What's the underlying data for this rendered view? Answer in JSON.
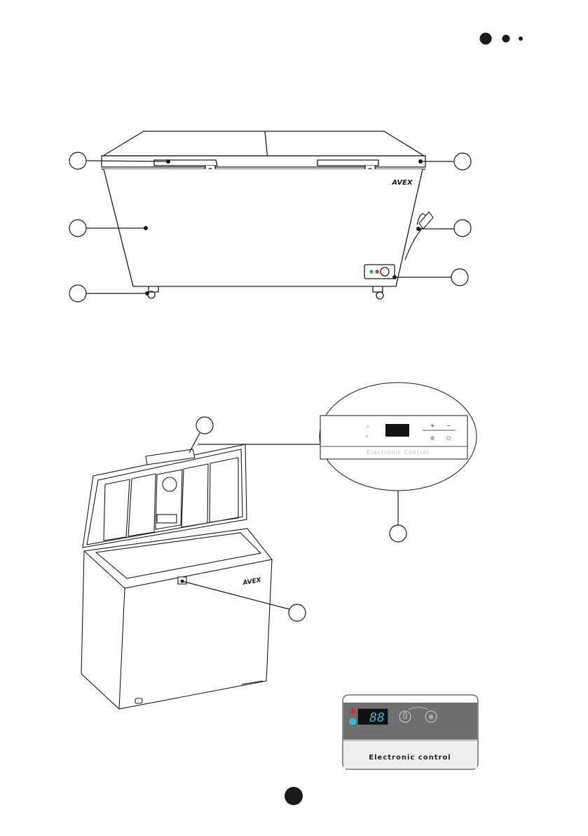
{
  "brand": {
    "name": "AVEX"
  },
  "controls": {
    "caption_main": "Electronic Control",
    "caption_photo": "Electronic control",
    "display_digits": "88",
    "plus_label": "+",
    "minus_label": "−"
  },
  "colors": {
    "line": "#1a1a1a",
    "panel_grey": "#6d6f71",
    "panel_light": "#eeeeee",
    "display_bg": "#111111",
    "display_digit": "#2ab7e6",
    "alarm_red": "#e3262e",
    "indicator_cyan": "#3bb9d9",
    "led_green": "#2aa84a",
    "led_red": "#e3262e"
  },
  "icons": {
    "header_dots": "dots-icon",
    "page_marker": "page-dot-icon",
    "thermometer": "thermometer-icon",
    "snowflake": "snowflake-icon",
    "power": "power-icon",
    "fan": "fan-icon"
  }
}
